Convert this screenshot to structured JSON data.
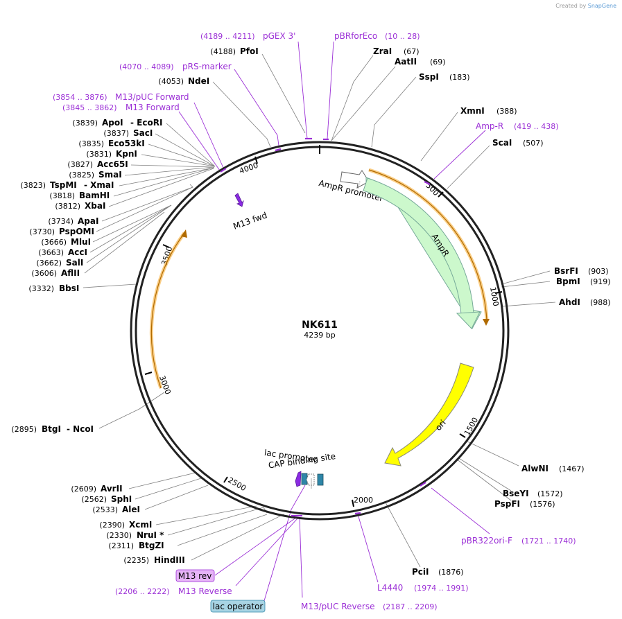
{
  "credit": {
    "prefix": "Created by",
    "brand": "SnapGene"
  },
  "plasmid": {
    "name": "NK611",
    "length": "4239 bp"
  },
  "ticks": [
    "500",
    "1000",
    "1500",
    "2000",
    "2500",
    "3000",
    "3500",
    "4000"
  ],
  "features": {
    "ampr_promoter": "AmpR promoter",
    "ampr": "AmpR",
    "ori": "ori",
    "m13fwd": "M13 fwd",
    "cap": "CAP binding site",
    "lac_promoter": "lac promoter"
  },
  "enzymes_right": [
    {
      "name": "ZraI",
      "pos": "(67)"
    },
    {
      "name": "AatII",
      "pos": "(69)"
    },
    {
      "name": "SspI",
      "pos": "(183)"
    },
    {
      "name": "XmnI",
      "pos": "(388)"
    },
    {
      "name": "ScaI",
      "pos": "(507)"
    },
    {
      "name": "BsrFI",
      "pos": "(903)"
    },
    {
      "name": "BpmI",
      "pos": "(919)"
    },
    {
      "name": "AhdI",
      "pos": "(988)"
    },
    {
      "name": "AlwNI",
      "pos": "(1467)"
    },
    {
      "name": "BseYI",
      "pos": "(1572)"
    },
    {
      "name": "PspFI",
      "pos": "(1576)"
    },
    {
      "name": "PciI",
      "pos": "(1876)"
    }
  ],
  "enzymes_left": [
    {
      "pos": "(4188)",
      "name": "PfoI"
    },
    {
      "pos": "(4053)",
      "name": "NdeI"
    },
    {
      "pos": "(3839)",
      "name": "ApoI",
      "extra": "-  EcoRI"
    },
    {
      "pos": "(3837)",
      "name": "SacI"
    },
    {
      "pos": "(3835)",
      "name": "Eco53kI"
    },
    {
      "pos": "(3831)",
      "name": "KpnI"
    },
    {
      "pos": "(3827)",
      "name": "Acc65I"
    },
    {
      "pos": "(3825)",
      "name": "SmaI"
    },
    {
      "pos": "(3823)",
      "name": "TspMI",
      "extra": "-  XmaI"
    },
    {
      "pos": "(3818)",
      "name": "BamHI"
    },
    {
      "pos": "(3812)",
      "name": "XbaI"
    },
    {
      "pos": "(3734)",
      "name": "ApaI"
    },
    {
      "pos": "(3730)",
      "name": "PspOMI"
    },
    {
      "pos": "(3666)",
      "name": "MluI"
    },
    {
      "pos": "(3663)",
      "name": "AccI"
    },
    {
      "pos": "(3662)",
      "name": "SalI"
    },
    {
      "pos": "(3606)",
      "name": "AflII"
    },
    {
      "pos": "(3332)",
      "name": "BbsI"
    },
    {
      "pos": "(2895)",
      "name": "BtgI",
      "extra": "-  NcoI"
    },
    {
      "pos": "(2609)",
      "name": "AvrII"
    },
    {
      "pos": "(2562)",
      "name": "SphI"
    },
    {
      "pos": "(2533)",
      "name": "AleI"
    },
    {
      "pos": "(2390)",
      "name": "XcmI"
    },
    {
      "pos": "(2330)",
      "name": "NruI *"
    },
    {
      "pos": "(2311)",
      "name": "BtgZI"
    },
    {
      "pos": "(2235)",
      "name": "HindIII"
    }
  ],
  "primers": {
    "pgex3": {
      "range": "(4189 .. 4211)",
      "name": "pGEX 3'"
    },
    "pbrforeco": {
      "name": "pBRforEco",
      "range": "(10 .. 28)"
    },
    "prs": {
      "range": "(4070 .. 4089)",
      "name": "pRS-marker"
    },
    "m13puc_fwd": {
      "range": "(3854 .. 3876)",
      "name": "M13/pUC Forward"
    },
    "m13_fwd": {
      "range": "(3845 .. 3862)",
      "name": "M13 Forward"
    },
    "ampr": {
      "name": "Amp-R",
      "range": "(419 .. 438)"
    },
    "pbr322ori": {
      "name": "pBR322ori-F",
      "range": "(1721 .. 1740)"
    },
    "l4440": {
      "name": "L4440",
      "range": "(1974 .. 1991)"
    },
    "m13rev": {
      "range": "(2206 .. 2222)",
      "name": "M13 Reverse"
    },
    "m13puc_rev": {
      "name": "M13/pUC Reverse",
      "range": "(2187 .. 2209)"
    }
  },
  "boxes": {
    "m13rev": "M13 rev",
    "lac_operator": "lac operator"
  },
  "colors": {
    "enzyme_line": "#808080",
    "primer": "#9b2fd6",
    "ampr_fill": "#ccf8cc",
    "ori_fill": "#ffff00",
    "orf": "#f5a623",
    "m13rev_box": "#e6b3f7",
    "lac_op_box": "#a8d4e4"
  }
}
